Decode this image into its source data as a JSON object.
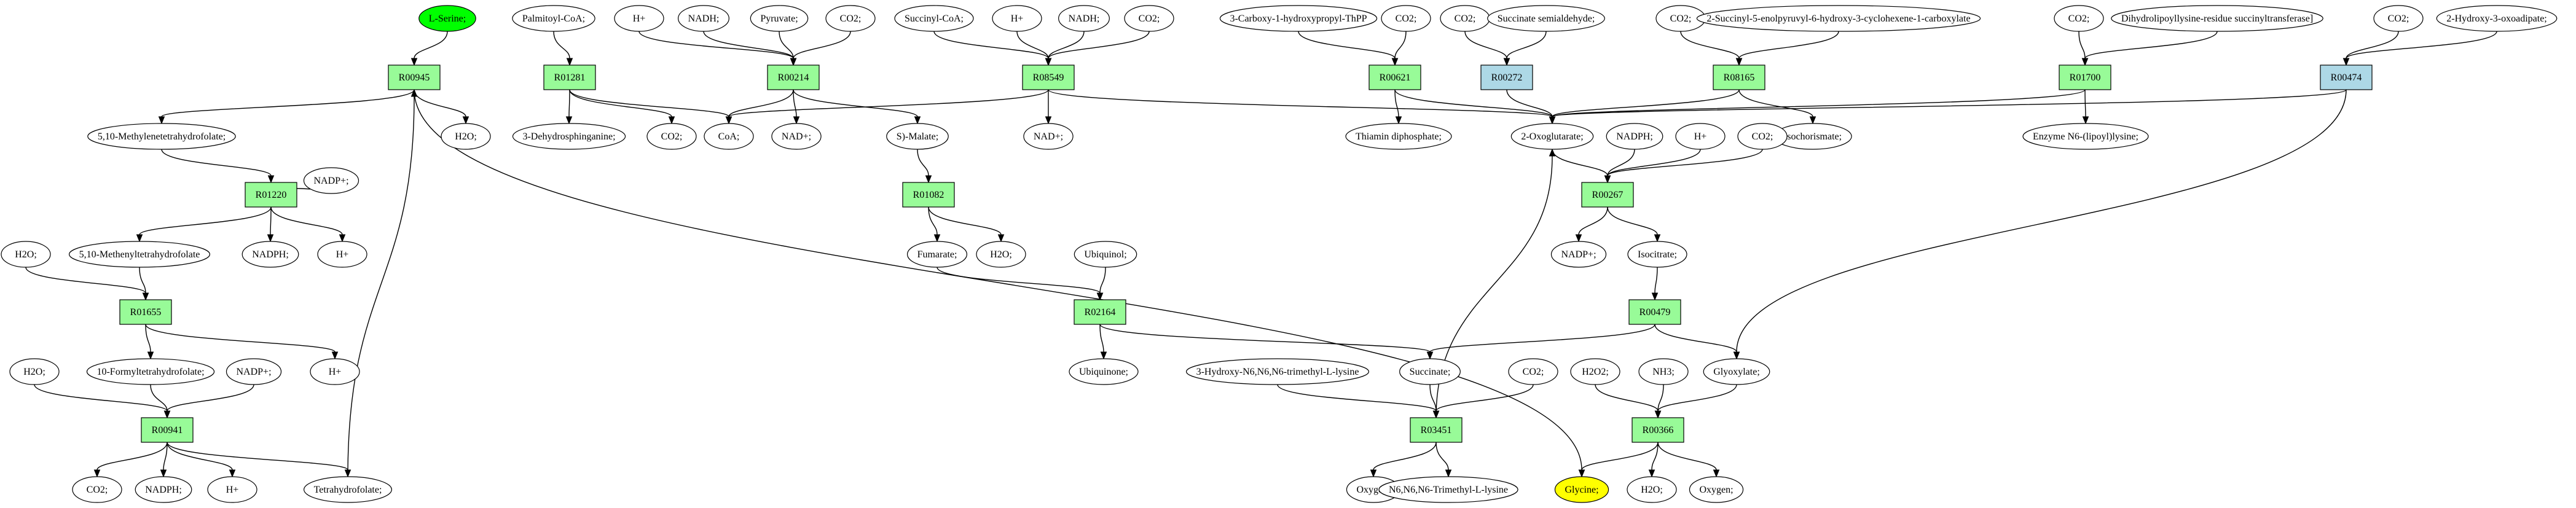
{
  "colors": {
    "reaction": "#98fb98",
    "reaction_alt": "#add8e6",
    "highlight_start": "#00ff00",
    "highlight_end": "#ffff00",
    "compound": "#ffffff",
    "edge": "#000000"
  },
  "nodes": [
    {
      "id": "lserine",
      "label": "L-Serine;",
      "kind": "compound",
      "fill": "highlight_start"
    },
    {
      "id": "r00945",
      "label": "R00945",
      "kind": "reaction"
    },
    {
      "id": "palmcoa",
      "label": "Palmitoyl-CoA;",
      "kind": "compound"
    },
    {
      "id": "r01281",
      "label": "R01281",
      "kind": "reaction"
    },
    {
      "id": "hplus_a",
      "label": "H+",
      "kind": "compound"
    },
    {
      "id": "nadh_a",
      "label": "NADH;",
      "kind": "compound"
    },
    {
      "id": "pyruvate",
      "label": "Pyruvate;",
      "kind": "compound"
    },
    {
      "id": "co2_a",
      "label": "CO2;",
      "kind": "compound"
    },
    {
      "id": "r00214",
      "label": "R00214",
      "kind": "reaction"
    },
    {
      "id": "succcoa",
      "label": "Succinyl-CoA;",
      "kind": "compound"
    },
    {
      "id": "hplus_b",
      "label": "H+",
      "kind": "compound"
    },
    {
      "id": "nadh_b",
      "label": "NADH;",
      "kind": "compound"
    },
    {
      "id": "co2_b",
      "label": "CO2;",
      "kind": "compound"
    },
    {
      "id": "r08549",
      "label": "R08549",
      "kind": "reaction"
    },
    {
      "id": "carboxy_thpp",
      "label": "3-Carboxy-1-hydroxypropyl-ThPP",
      "kind": "compound"
    },
    {
      "id": "co2_c",
      "label": "CO2;",
      "kind": "compound"
    },
    {
      "id": "r00621",
      "label": "R00621",
      "kind": "reaction"
    },
    {
      "id": "co2_d",
      "label": "CO2;",
      "kind": "compound"
    },
    {
      "id": "succsemi",
      "label": "Succinate semialdehyde;",
      "kind": "compound"
    },
    {
      "id": "r00272",
      "label": "R00272",
      "kind": "reaction_alt"
    },
    {
      "id": "co2_e",
      "label": "CO2;",
      "kind": "compound"
    },
    {
      "id": "sephchc",
      "label": "2-Succinyl-5-enolpyruvyl-6-hydroxy-3-cyclohexene-1-carboxylate",
      "kind": "compound"
    },
    {
      "id": "r08165",
      "label": "R08165",
      "kind": "reaction"
    },
    {
      "id": "co2_f",
      "label": "CO2;",
      "kind": "compound"
    },
    {
      "id": "dihydrolipo",
      "label": "Dihydrolipoyllysine-residue succinyltransferase]",
      "kind": "compound"
    },
    {
      "id": "r01700",
      "label": "R01700",
      "kind": "reaction"
    },
    {
      "id": "co2_g",
      "label": "CO2;",
      "kind": "compound"
    },
    {
      "id": "hydroxyoxo",
      "label": "2-Hydroxy-3-oxoadipate;",
      "kind": "compound"
    },
    {
      "id": "r00474",
      "label": "R00474",
      "kind": "reaction_alt"
    },
    {
      "id": "methylene_thf",
      "label": "5,10-Methylenetetrahydrofolate;",
      "kind": "compound"
    },
    {
      "id": "h2o_a",
      "label": "H2O;",
      "kind": "compound"
    },
    {
      "id": "dehydrosph",
      "label": "3-Dehydrosphinganine;",
      "kind": "compound"
    },
    {
      "id": "co2_h",
      "label": "CO2;",
      "kind": "compound"
    },
    {
      "id": "coa",
      "label": "CoA;",
      "kind": "compound"
    },
    {
      "id": "nadplus_a",
      "label": "NAD+;",
      "kind": "compound"
    },
    {
      "id": "smalate",
      "label": "S)-Malate;",
      "kind": "compound"
    },
    {
      "id": "nadplus_b",
      "label": "NAD+;",
      "kind": "compound"
    },
    {
      "id": "thiamin",
      "label": "Thiamin diphosphate;",
      "kind": "compound"
    },
    {
      "id": "oxoglut",
      "label": "2-Oxoglutarate;",
      "kind": "compound"
    },
    {
      "id": "isochor",
      "label": "Isochorismate;",
      "kind": "compound"
    },
    {
      "id": "enzyme_lipo",
      "label": "Enzyme N6-(lipoyl)lysine;",
      "kind": "compound"
    },
    {
      "id": "nadp_a",
      "label": "NADP+;",
      "kind": "compound"
    },
    {
      "id": "r01220",
      "label": "R01220",
      "kind": "reaction"
    },
    {
      "id": "nadph_a",
      "label": "NADPH;",
      "kind": "compound"
    },
    {
      "id": "hplus_c",
      "label": "H+",
      "kind": "compound"
    },
    {
      "id": "co2_i",
      "label": "CO2;",
      "kind": "compound"
    },
    {
      "id": "r00267",
      "label": "R00267",
      "kind": "reaction"
    },
    {
      "id": "r01082",
      "label": "R01082",
      "kind": "reaction"
    },
    {
      "id": "methenyl_thf",
      "label": "5,10-Methenyltetrahydrofolate",
      "kind": "compound"
    },
    {
      "id": "nadph_b",
      "label": "NADPH;",
      "kind": "compound"
    },
    {
      "id": "hplus_d",
      "label": "H+",
      "kind": "compound"
    },
    {
      "id": "fumarate",
      "label": "Fumarate;",
      "kind": "compound"
    },
    {
      "id": "h2o_b",
      "label": "H2O;",
      "kind": "compound"
    },
    {
      "id": "ubiquinol",
      "label": "Ubiquinol;",
      "kind": "compound"
    },
    {
      "id": "nadplus_c",
      "label": "NADP+;",
      "kind": "compound"
    },
    {
      "id": "isocitrate",
      "label": "Isocitrate;",
      "kind": "compound"
    },
    {
      "id": "h2o_c",
      "label": "H2O;",
      "kind": "compound"
    },
    {
      "id": "r01655",
      "label": "R01655",
      "kind": "reaction"
    },
    {
      "id": "r02164",
      "label": "R02164",
      "kind": "reaction"
    },
    {
      "id": "r00479",
      "label": "R00479",
      "kind": "reaction"
    },
    {
      "id": "hplus_e",
      "label": "H+",
      "kind": "compound"
    },
    {
      "id": "ubiquinone",
      "label": "Ubiquinone;",
      "kind": "compound"
    },
    {
      "id": "h2o_d",
      "label": "H2O;",
      "kind": "compound"
    },
    {
      "id": "formyl_thf",
      "label": "10-Formyltetrahydrofolate;",
      "kind": "compound"
    },
    {
      "id": "nadp_b",
      "label": "NADP+;",
      "kind": "compound"
    },
    {
      "id": "hydroxytml",
      "label": "3-Hydroxy-N6,N6,N6-trimethyl-L-lysine",
      "kind": "compound"
    },
    {
      "id": "succinate",
      "label": "Succinate;",
      "kind": "compound"
    },
    {
      "id": "co2_j",
      "label": "CO2;",
      "kind": "compound"
    },
    {
      "id": "h2o2",
      "label": "H2O2;",
      "kind": "compound"
    },
    {
      "id": "nh3",
      "label": "NH3;",
      "kind": "compound"
    },
    {
      "id": "glyoxylate",
      "label": "Glyoxylate;",
      "kind": "compound"
    },
    {
      "id": "r00941",
      "label": "R00941",
      "kind": "reaction"
    },
    {
      "id": "r03451",
      "label": "R03451",
      "kind": "reaction"
    },
    {
      "id": "r00366",
      "label": "R00366",
      "kind": "reaction"
    },
    {
      "id": "co2_k",
      "label": "CO2;",
      "kind": "compound"
    },
    {
      "id": "nadph_c",
      "label": "NADPH;",
      "kind": "compound"
    },
    {
      "id": "hplus_f",
      "label": "H+",
      "kind": "compound"
    },
    {
      "id": "thf",
      "label": "Tetrahydrofolate;",
      "kind": "compound"
    },
    {
      "id": "oxygen_a",
      "label": "Oxygen;",
      "kind": "compound"
    },
    {
      "id": "tml",
      "label": "N6,N6,N6-Trimethyl-L-lysine",
      "kind": "compound"
    },
    {
      "id": "glycine",
      "label": "Glycine;",
      "kind": "compound",
      "fill": "highlight_end"
    },
    {
      "id": "h2o_e",
      "label": "H2O;",
      "kind": "compound"
    },
    {
      "id": "oxygen_b",
      "label": "Oxygen;",
      "kind": "compound"
    }
  ],
  "edges": [
    [
      "lserine",
      "r00945"
    ],
    [
      "palmcoa",
      "r01281"
    ],
    [
      "hplus_a",
      "r00214"
    ],
    [
      "nadh_a",
      "r00214"
    ],
    [
      "pyruvate",
      "r00214"
    ],
    [
      "co2_a",
      "r00214"
    ],
    [
      "succcoa",
      "r08549"
    ],
    [
      "hplus_b",
      "r08549"
    ],
    [
      "nadh_b",
      "r08549"
    ],
    [
      "co2_b",
      "r08549"
    ],
    [
      "carboxy_thpp",
      "r00621"
    ],
    [
      "co2_c",
      "r00621"
    ],
    [
      "co2_d",
      "r00272"
    ],
    [
      "succsemi",
      "r00272"
    ],
    [
      "co2_e",
      "r08165"
    ],
    [
      "sephchc",
      "r08165"
    ],
    [
      "co2_f",
      "r01700"
    ],
    [
      "dihydrolipo",
      "r01700"
    ],
    [
      "co2_g",
      "r00474"
    ],
    [
      "hydroxyoxo",
      "r00474"
    ],
    [
      "r00945",
      "methylene_thf"
    ],
    [
      "r00945",
      "h2o_a"
    ],
    [
      "r00945",
      "glycine"
    ],
    [
      "r01281",
      "dehydrosph"
    ],
    [
      "r01281",
      "co2_h"
    ],
    [
      "r01281",
      "coa"
    ],
    [
      "r00214",
      "coa"
    ],
    [
      "r00214",
      "nadplus_a"
    ],
    [
      "r00214",
      "smalate"
    ],
    [
      "r08549",
      "coa"
    ],
    [
      "r08549",
      "nadplus_b"
    ],
    [
      "r08549",
      "oxoglut"
    ],
    [
      "r00621",
      "thiamin"
    ],
    [
      "r00621",
      "oxoglut"
    ],
    [
      "r00272",
      "oxoglut"
    ],
    [
      "r08165",
      "oxoglut"
    ],
    [
      "r08165",
      "isochor"
    ],
    [
      "r01700",
      "oxoglut"
    ],
    [
      "r01700",
      "enzyme_lipo"
    ],
    [
      "r00474",
      "oxoglut"
    ],
    [
      "r00474",
      "glyoxylate"
    ],
    [
      "methylene_thf",
      "r01220"
    ],
    [
      "nadp_a",
      "r01220"
    ],
    [
      "r01220",
      "methenyl_thf"
    ],
    [
      "r01220",
      "nadph_b"
    ],
    [
      "r01220",
      "hplus_d"
    ],
    [
      "oxoglut",
      "r00267"
    ],
    [
      "nadph_a",
      "r00267"
    ],
    [
      "hplus_c",
      "r00267"
    ],
    [
      "co2_i",
      "r00267"
    ],
    [
      "r00267",
      "nadplus_c"
    ],
    [
      "r00267",
      "isocitrate"
    ],
    [
      "smalate",
      "r01082"
    ],
    [
      "r01082",
      "fumarate"
    ],
    [
      "r01082",
      "h2o_b"
    ],
    [
      "h2o_c",
      "r01655"
    ],
    [
      "methenyl_thf",
      "r01655"
    ],
    [
      "r01655",
      "formyl_thf"
    ],
    [
      "r01655",
      "hplus_e"
    ],
    [
      "fumarate",
      "r02164"
    ],
    [
      "ubiquinol",
      "r02164"
    ],
    [
      "r02164",
      "ubiquinone"
    ],
    [
      "r02164",
      "succinate"
    ],
    [
      "isocitrate",
      "r00479"
    ],
    [
      "r00479",
      "succinate"
    ],
    [
      "r00479",
      "glyoxylate"
    ],
    [
      "h2o_d",
      "r00941"
    ],
    [
      "formyl_thf",
      "r00941"
    ],
    [
      "nadp_b",
      "r00941"
    ],
    [
      "r00941",
      "co2_k"
    ],
    [
      "r00941",
      "nadph_c"
    ],
    [
      "r00941",
      "hplus_f"
    ],
    [
      "r00941",
      "thf"
    ],
    [
      "thf",
      "r00945"
    ],
    [
      "hydroxytml",
      "r03451"
    ],
    [
      "succinate",
      "r03451"
    ],
    [
      "co2_j",
      "r03451"
    ],
    [
      "r03451",
      "oxygen_a"
    ],
    [
      "r03451",
      "tml"
    ],
    [
      "r03451",
      "oxoglut"
    ],
    [
      "h2o2",
      "r00366"
    ],
    [
      "nh3",
      "r00366"
    ],
    [
      "glyoxylate",
      "r00366"
    ],
    [
      "r00366",
      "glycine"
    ],
    [
      "r00366",
      "h2o_e"
    ],
    [
      "r00366",
      "oxygen_b"
    ]
  ]
}
